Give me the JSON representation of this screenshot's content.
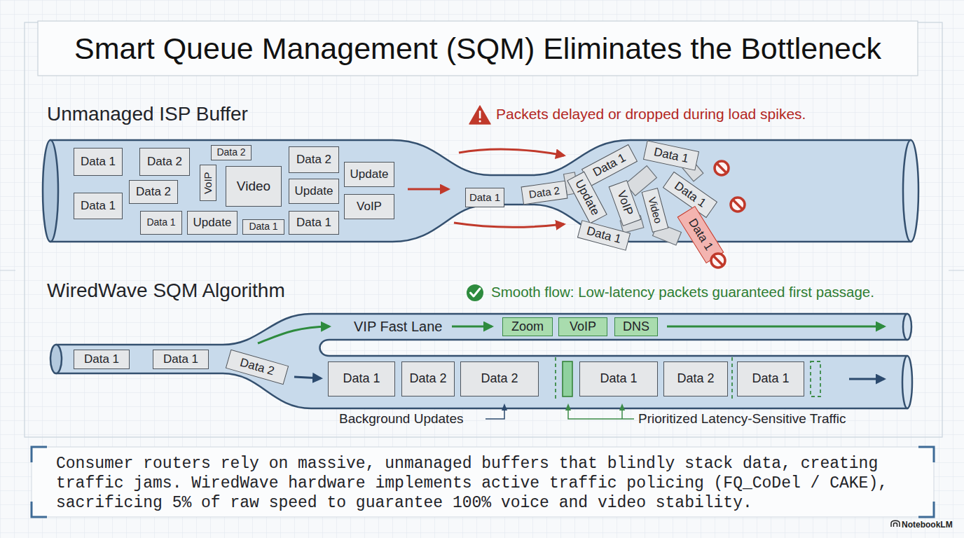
{
  "diagram": {
    "title": "Smart Queue Management (SQM) Eliminates the Bottleneck",
    "caption": "Consumer routers rely on massive, unmanaged buffers that blindly stack data, creating traffic jams. WiredWave hardware implements active traffic policing (FQ_CoDel / CAKE), sacrificing 5% of raw speed to guarantee 100% voice and video stability.",
    "nodes": [
      {
        "text": [
          "Unmanaged ISP Buffer"
        ]
      },
      {
        "text": [
          "Data 1"
        ],
        "in": 0
      },
      {
        "text": [
          "Data 2"
        ],
        "in": 0
      },
      {
        "text": [
          "Data 2"
        ],
        "in": 0
      },
      {
        "text": [
          "Data 2"
        ],
        "in": 0
      },
      {
        "text": [
          "VoIP"
        ],
        "in": 0
      },
      {
        "text": [
          "Video"
        ],
        "in": 0
      },
      {
        "text": [
          "Update"
        ],
        "in": 0
      },
      {
        "text": [
          "Update"
        ],
        "in": 0
      },
      {
        "text": [
          "Data 2"
        ],
        "in": 0
      },
      {
        "text": [
          "Data 1"
        ],
        "in": 0
      },
      {
        "text": [
          "VoIP"
        ],
        "in": 0
      },
      {
        "text": [
          "Data 1"
        ],
        "in": 0
      },
      {
        "text": [
          "Update"
        ],
        "in": 0
      },
      {
        "text": [
          "Data 1"
        ],
        "in": 0
      },
      {
        "text": [
          "Data 1"
        ],
        "in": 0
      },
      {
        "text": [
          "Data 1"
        ],
        "in": 0
      },
      {
        "text": [
          "Data 2"
        ],
        "in": 0
      },
      {
        "text": [
          "Data 1"
        ],
        "in": 0
      },
      {
        "text": [
          "Data 1"
        ],
        "in": 0
      },
      {
        "text": [
          "Update"
        ],
        "in": 0
      },
      {
        "text": [
          "VoIP"
        ],
        "in": 0
      },
      {
        "text": [
          "Data 1"
        ],
        "in": 0
      },
      {
        "text": [
          "Data 1"
        ],
        "in": 0
      },
      {
        "text": [
          "Video"
        ],
        "in": 0
      },
      {
        "text": [
          "Data 1"
        ],
        "in": 0
      },
      {
        "text": [
          "WiredWave SQM Algorithm"
        ]
      },
      {
        "text": [
          "VIP Fast Lane"
        ],
        "in": 26
      },
      {
        "text": [
          "Zoom"
        ],
        "in": 27
      },
      {
        "text": [
          "VoIP"
        ],
        "in": 27
      },
      {
        "text": [
          "DNS"
        ],
        "in": 27
      },
      {
        "text": [
          "Data 1"
        ],
        "in": 26
      },
      {
        "text": [
          "Data 1"
        ],
        "in": 26
      },
      {
        "text": [
          "Data 2"
        ],
        "in": 26
      },
      {
        "text": [
          "Data 1"
        ],
        "in": 26
      },
      {
        "text": [
          "Data 2"
        ],
        "in": 26
      },
      {
        "text": [
          "Data 2"
        ],
        "in": 26
      },
      {
        "text": [
          "Data 1"
        ],
        "in": 26
      },
      {
        "text": [
          "Data 2"
        ],
        "in": 26
      },
      {
        "text": [
          "Data 1"
        ],
        "in": 26
      }
    ],
    "labels": [
      "Packets delayed or dropped during load spikes.",
      "Smooth flow: Low-latency packets guaranteed first passage.",
      "Background Updates",
      "Prioritized Latency-Sensitive Traffic",
      "NotebookLM"
    ]
  }
}
